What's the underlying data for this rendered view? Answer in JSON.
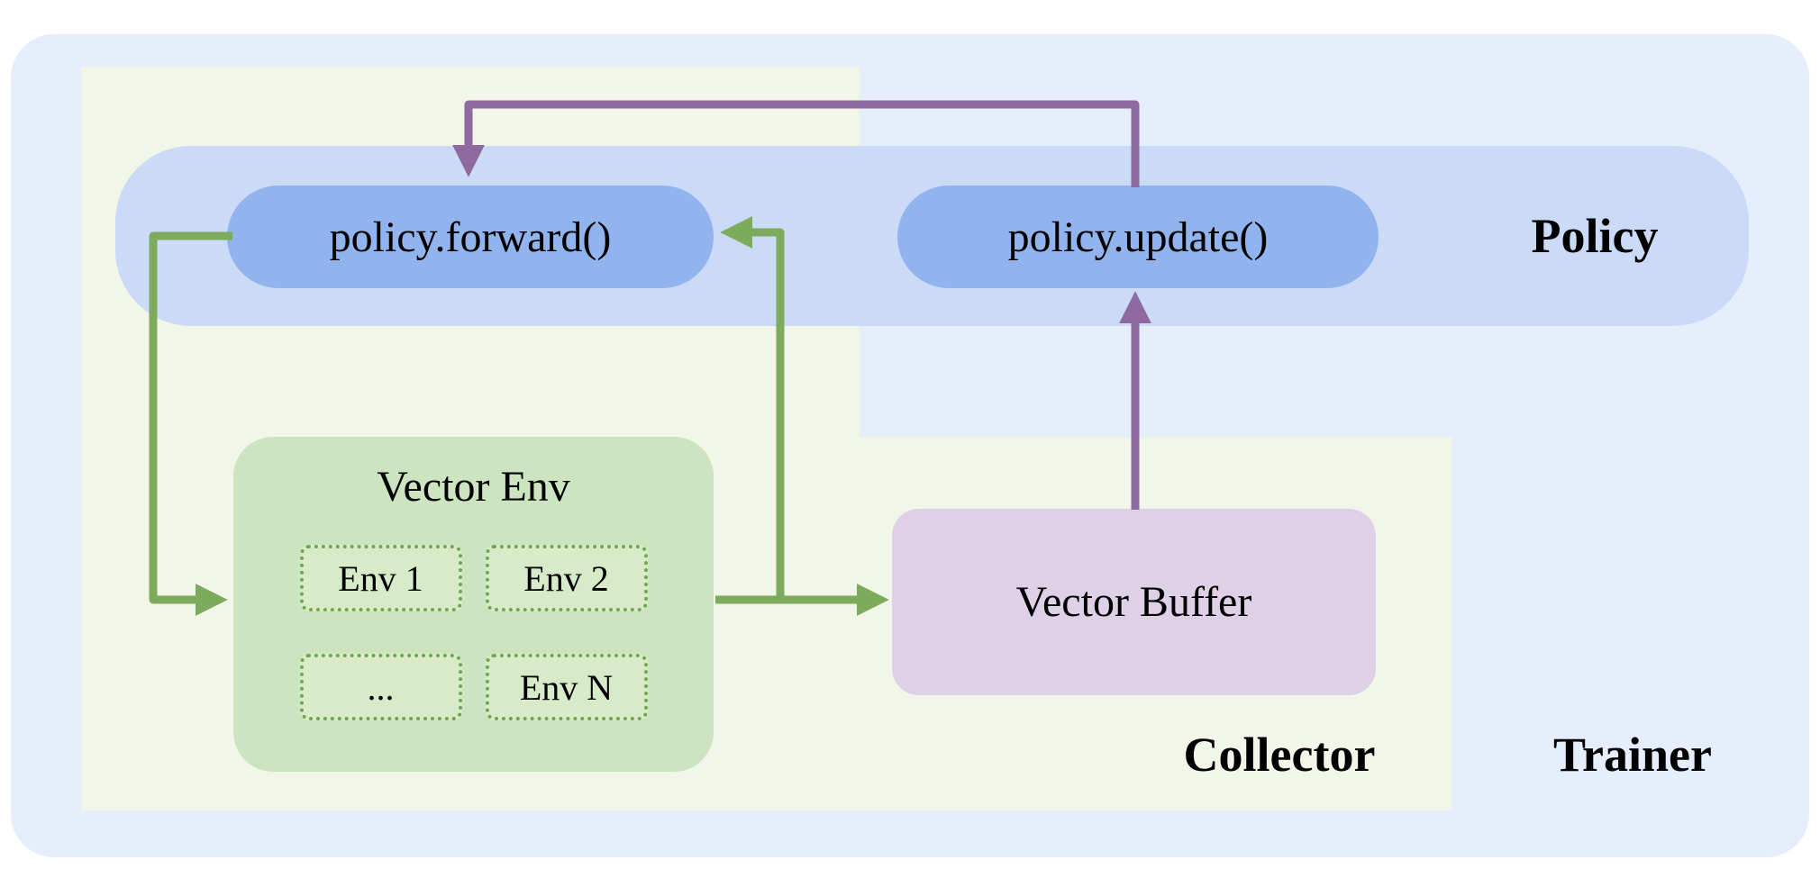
{
  "diagram": {
    "policy": {
      "label": "Policy",
      "forward_label": "policy.forward()",
      "update_label": "policy.update()"
    },
    "collector": {
      "label": "Collector"
    },
    "trainer": {
      "label": "Trainer"
    },
    "vector_env": {
      "title": "Vector Env",
      "envs": [
        "Env 1",
        "Env 2",
        "...",
        "Env N"
      ]
    },
    "vector_buffer": {
      "label": "Vector Buffer"
    }
  },
  "colors": {
    "trainer_bg": "#e6edfb",
    "collector_bg": "#f1f6e9",
    "policy_band": "#cbdbf7",
    "pill_bg": "#92b4ee",
    "vector_env_bg": "#cde4c0",
    "env_item_bg": "#d8ebc9",
    "env_item_border": "#70a74e",
    "vector_buffer_bg": "#ded1e7",
    "green_arrow": "#7bab5b",
    "purple_arrow": "#8f6aa0",
    "text": "#000000"
  }
}
